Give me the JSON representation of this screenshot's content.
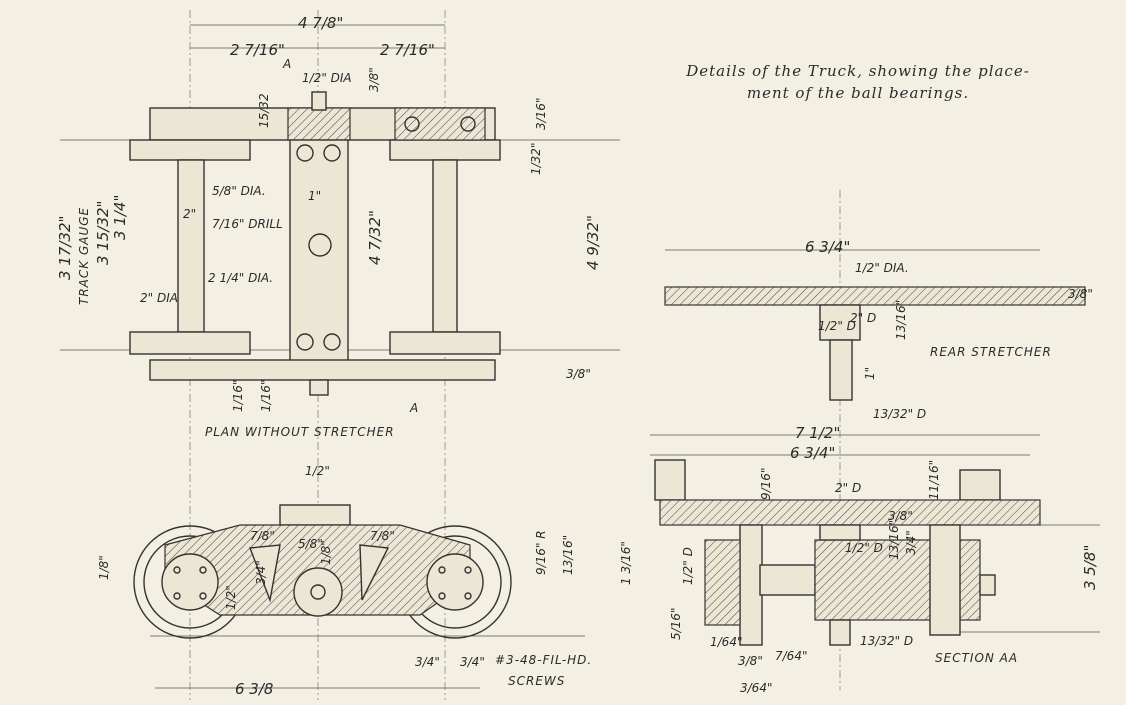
{
  "caption": {
    "line1": "Details of the Truck, showing the place-",
    "line2": "ment of the ball bearings."
  },
  "plan_view": {
    "title": "PLAN WITHOUT STRETCHER",
    "track_gauge": "TRACK GAUGE",
    "labels": {
      "overall_width": "4 7/8\"",
      "half_left": "2 7/16\"",
      "half_right": "2 7/16\"",
      "section_a_top": "A",
      "section_a_bottom": "A",
      "half_dia": "1/2\" DIA",
      "three_eighths": "3/8\"",
      "fifteen_32": "15/32",
      "three_sixteenths": "3/16\"",
      "one_thirty_second": "1/32\"",
      "five_eighths_dia": "5/8\" DIA.",
      "two_inch": "2\"",
      "drill": "7/16\" DRILL",
      "one_inch": "1\"",
      "four_7_32": "4 7/32\"",
      "four_9_32": "4 9/32\"",
      "three_17_32": "3 17/32\"",
      "three_15_32": "3 15/32\"",
      "three_quarter": "3 1/4\"",
      "two_quarter_dia": "2 1/4\" DIA.",
      "two_dia": "2\" DIA",
      "three_eighths_bottom": "3/8\"",
      "one_sixteenth_a": "1/16\"",
      "one_sixteenth_b": "1/16\""
    }
  },
  "side_view": {
    "labels": {
      "half": "1/2\"",
      "seven_eighths_a": "7/8\"",
      "five_eighths": "5/8\"",
      "seven_eighths_b": "7/8\"",
      "one_eighth": "1/8\"",
      "three_quarter": "3/4\"",
      "nine_sixteenths": "9/16\" R",
      "thirteen_16": "13/16\"",
      "one_eighth_left": "1/8\"",
      "half_left": "1/2\"",
      "dim_three_quarter_a": "3/4\"",
      "dim_three_quarter_b": "3/4\"",
      "screws_line1": "#3-48-FIL-HD.",
      "screws_line2": "SCREWS",
      "overall": "6 3/8"
    }
  },
  "rear_stretcher": {
    "title": "REAR STRETCHER",
    "labels": {
      "width": "6 3/4\"",
      "dia": "1/2\" DIA.",
      "three_eighths": "3/8\"",
      "two_d": "2\" D",
      "half_d": "1/2\" D",
      "thirteen_16": "13/16\"",
      "one": "1\""
    }
  },
  "section_aa": {
    "title": "SECTION AA",
    "labels": {
      "thirteen_32_top": "13/32\" D",
      "seven_half": "7 1/2\"",
      "six_three_quarter": "6 3/4\"",
      "nine_16": "9/16\"",
      "two_d": "2\" D",
      "eleven_16": "11/16\"",
      "three_eighths": "3/8\"",
      "half_d": "1/2\" D",
      "thirteen_16": "13/16\"",
      "three_4": "3/4\"",
      "one_3_16": "1 3/16\"",
      "half_d_left": "1/2\" D",
      "five_16": "5/16\"",
      "one_64": "1/64\"",
      "three_8": "3/8\"",
      "three_64": "3/64\"",
      "seven_64": "7/64\"",
      "thirteen_32_bottom": "13/32\" D",
      "three_5_8": "3 5/8\""
    }
  }
}
